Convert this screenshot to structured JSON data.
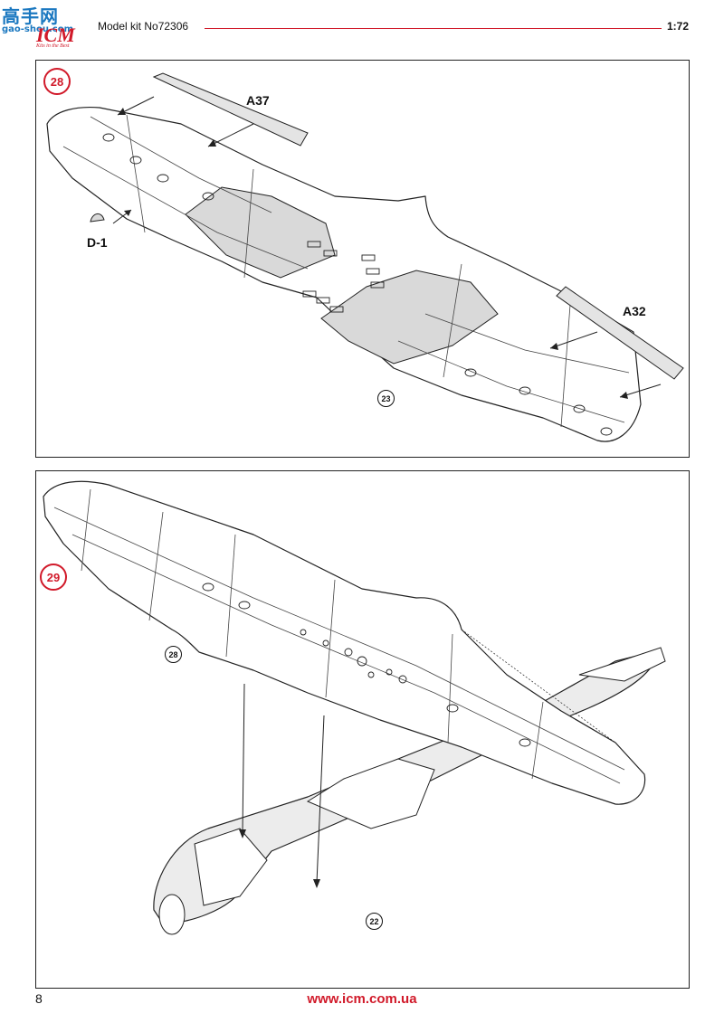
{
  "header": {
    "watermark": "高手网",
    "watermark_sub": "gao-shou.com",
    "logo": "ICM",
    "logo_tagline": "Kits in the Best",
    "kit_label": "Model kit No72306",
    "scale": "1:72"
  },
  "steps": [
    {
      "number": "28",
      "parts": {
        "a37": "A37",
        "d1": "D-1",
        "a32": "A32"
      },
      "reference": "23"
    },
    {
      "number": "29",
      "references": {
        "wing": "28",
        "fuselage": "22"
      }
    }
  ],
  "footer": {
    "page_number": "8",
    "url": "www.icm.com.ua"
  },
  "colors": {
    "accent": "#d11a2a",
    "line": "#222222",
    "shade": "#d9d9d9"
  }
}
